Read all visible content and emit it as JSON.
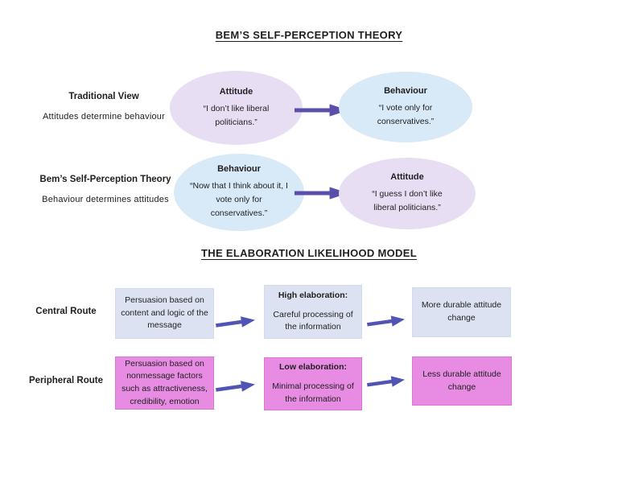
{
  "colors": {
    "lavender_ellipse": "#e7def3",
    "blue_ellipse": "#d8e9f7",
    "light_box": "#dde2f2",
    "pink_box": "#e78ce2",
    "arrow_purple": "#5a50ab",
    "arrow_blue": "#5254b4",
    "text": "#1f1f1f"
  },
  "section1": {
    "title": "BEM’S SELF-PERCEPTION THEORY",
    "rows": [
      {
        "label_title": "Traditional View",
        "label_sub": "Attitudes determine behaviour",
        "first": {
          "heading": "Attitude",
          "quote": "“I don’t like liberal politicians.”"
        },
        "second": {
          "heading": "Behaviour",
          "quote": "“I vote only for conservatives.”"
        }
      },
      {
        "label_title": "Bem’s Self-Perception Theory",
        "label_sub": "Behaviour determines attitudes",
        "first": {
          "heading": "Behaviour",
          "quote": "“Now that I think about it, I vote only for conservatives.”"
        },
        "second": {
          "heading": "Attitude",
          "quote": "“I guess I don’t like liberal politicians.”"
        }
      }
    ]
  },
  "section2": {
    "title": "THE ELABORATION LIKELIHOOD MODEL",
    "rows": [
      {
        "label": "Central Route",
        "box1": "Persuasion based on content and logic of the message",
        "box2_heading": "High elaboration:",
        "box2_body": "Careful processing of the information",
        "box3": "More durable attitude change"
      },
      {
        "label": "Peripheral Route",
        "box1": "Persuasion based on nonmessage factors such as attractiveness, credibility, emotion",
        "box2_heading": "Low elaboration:",
        "box2_body": "Minimal processing of the information",
        "box3": "Less durable attitude change"
      }
    ]
  }
}
